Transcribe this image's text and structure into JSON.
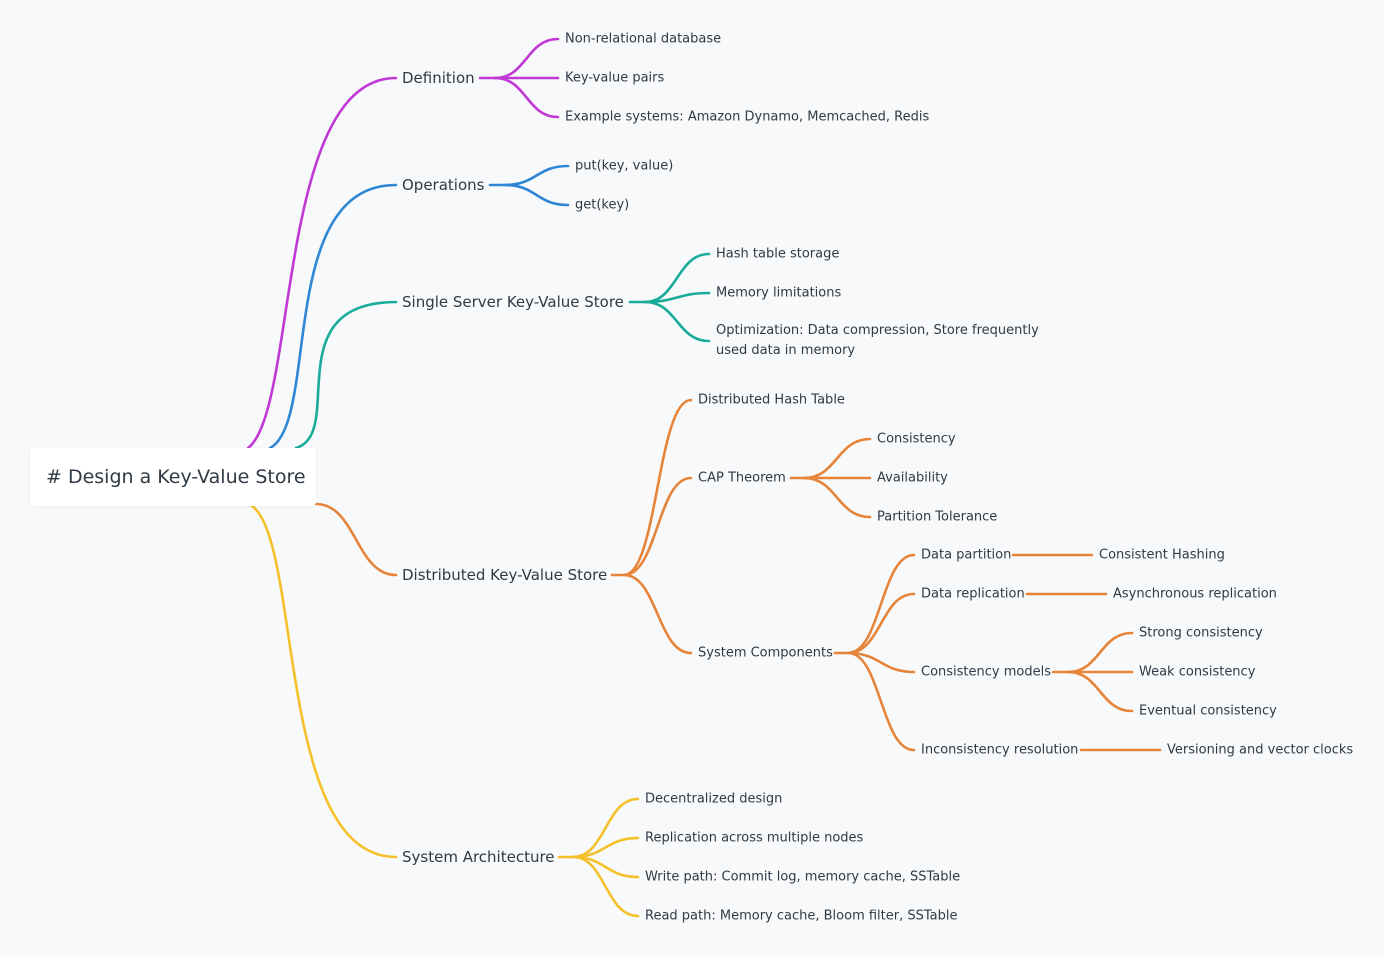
{
  "root": {
    "label": "# Design a Key-Value Store"
  },
  "colors": {
    "definition": "#c039d4",
    "operations": "#2f86d4",
    "single": "#1aab9b",
    "distributed": "#e6843a",
    "architecture": "#f5c12b"
  },
  "branches": {
    "definition": {
      "label": "Definition",
      "children": [
        "Non-relational database",
        "Key-value pairs",
        "Example systems: Amazon Dynamo, Memcached, Redis"
      ]
    },
    "operations": {
      "label": "Operations",
      "children": [
        "put(key, value)",
        "get(key)"
      ]
    },
    "single": {
      "label": "Single Server Key-Value Store",
      "children": [
        "Hash table storage",
        "Memory limitations",
        "Optimization: Data compression, Store frequently used data in memory"
      ]
    },
    "distributed": {
      "label": "Distributed Key-Value Store",
      "dht": "Distributed Hash Table",
      "cap": {
        "label": "CAP Theorem",
        "children": [
          "Consistency",
          "Availability",
          "Partition Tolerance"
        ]
      },
      "components": {
        "label": "System Components",
        "partition": {
          "label": "Data partition",
          "child": "Consistent Hashing"
        },
        "replication": {
          "label": "Data replication",
          "child": "Asynchronous replication"
        },
        "models": {
          "label": "Consistency models",
          "children": [
            "Strong consistency",
            "Weak consistency",
            "Eventual consistency"
          ]
        },
        "resolution": {
          "label": "Inconsistency resolution",
          "child": "Versioning and vector clocks"
        }
      }
    },
    "architecture": {
      "label": "System Architecture",
      "children": [
        "Decentralized design",
        "Replication across multiple nodes",
        "Write path: Commit log, memory cache, SSTable",
        "Read path: Memory cache, Bloom filter, SSTable"
      ]
    }
  }
}
